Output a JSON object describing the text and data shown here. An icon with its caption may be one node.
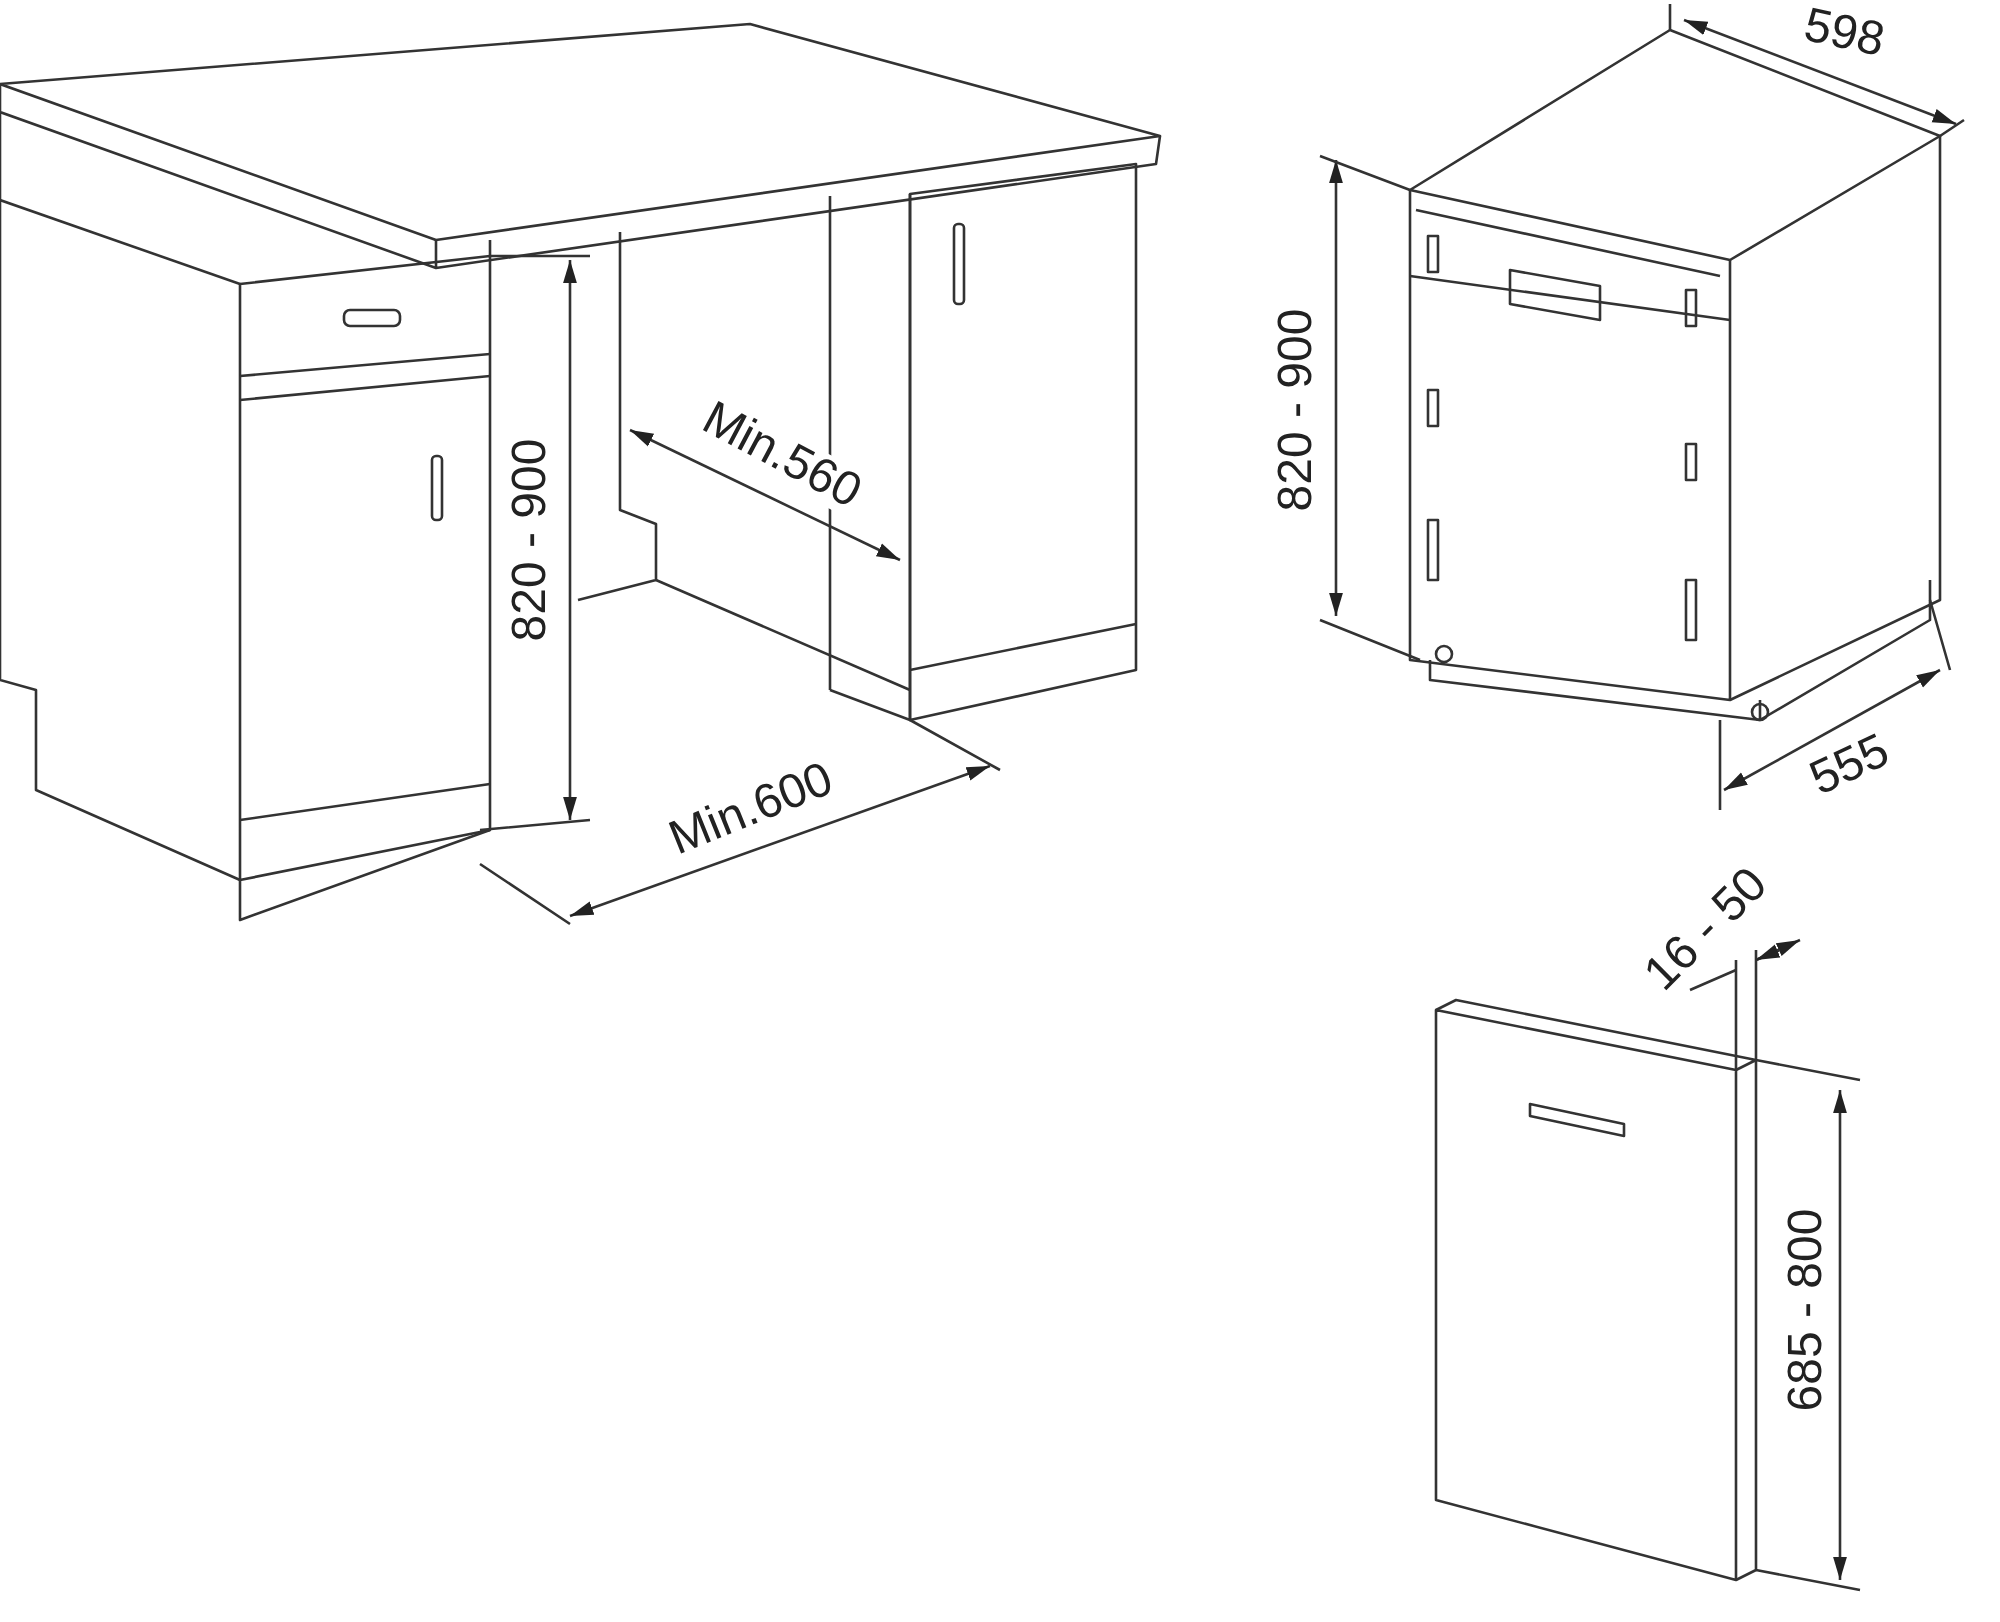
{
  "diagram": {
    "labels": [
      "820 - 900",
      "Min.560",
      "Min.600",
      "598",
      "820 - 900",
      "555",
      "16 - 50",
      "685 - 800"
    ]
  }
}
